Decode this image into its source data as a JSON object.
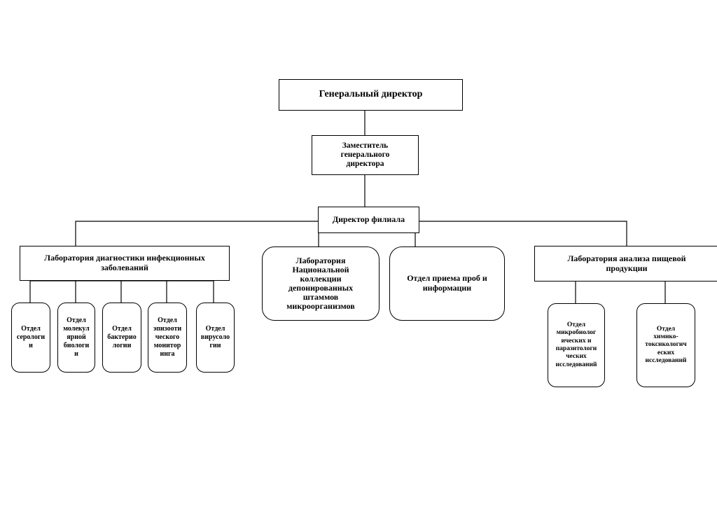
{
  "nodes": {
    "general_director": "Генеральный директор",
    "deputy_director": "Заместитель\nгенерального\nдиректора",
    "branch_director": "Директор филиала",
    "lab_infectious": "Лаборатория диагностики инфекционных\nзаболеваний",
    "lab_national_collection": "Лаборатория\nНациональной\nколлекции\nдепонированных\nштаммов\nмикроорганизмов",
    "dept_samples": "Отдел приема проб и\nинформации",
    "lab_food": "Лаборатория анализа пищевой\nпродукции",
    "dept_serology": "Отдел\nсерологи\nи",
    "dept_molecular": "Отдел\nмолекул\nярной\nбиологи\nи",
    "dept_bacteriology": "Отдел\nбактерио\nлогии",
    "dept_epizootic": "Отдел\nэпизооти\nческого\nмонитор\nинга",
    "dept_virology": "Отдел\nвирусоло\nгии",
    "dept_microbiology": "Отдел\nмикробиолог\nических и\nпаразитологи\nческих\nисследований",
    "dept_chemtox": "Отдел\nхимико-\nтоксикологич\nеских\nисследований"
  }
}
